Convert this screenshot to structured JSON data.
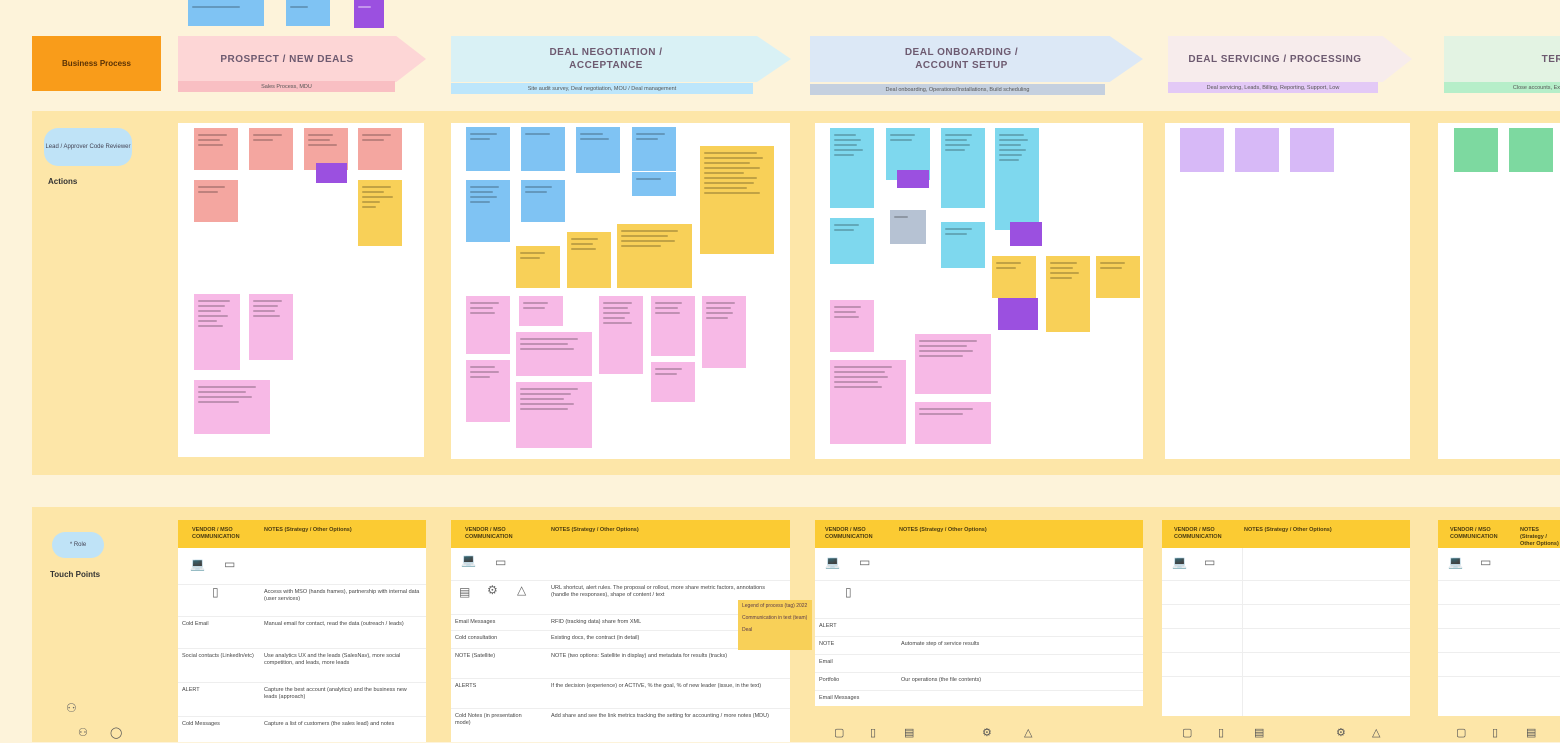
{
  "process_label": "Business Process",
  "stages": [
    {
      "title": "PROSPECT / NEW DEALS",
      "subtitle": "Sales Process, MDU"
    },
    {
      "title": "DEAL NEGOTIATION / ACCEPTANCE",
      "subtitle": "Site audit survey, Deal negotiation, MOU / Deal management"
    },
    {
      "title": "DEAL ONBOARDING / ACCOUNT SETUP",
      "subtitle": "Deal onboarding, Operations/Installations, Build scheduling"
    },
    {
      "title": "DEAL SERVICING / PROCESSING",
      "subtitle": "Deal servicing, Leads, Billing, Reporting, Support, Low"
    },
    {
      "title": "TERM",
      "subtitle": "Close accounts, Ex"
    }
  ],
  "lanes": {
    "actions": {
      "label": "Actions",
      "persona": "Lead / Approver Code Reviewer"
    },
    "touchpoints": {
      "label": "Touch Points",
      "persona": "* Role"
    }
  },
  "table_headers": {
    "col1": "VENDOR / MSO COMMUNICATION",
    "col2": "NOTES (Strategy / Other Options)"
  },
  "stage1_rows": [
    {
      "channel": "",
      "note": "Access with MSO (hands frames), partnership with internal data (user services)"
    },
    {
      "channel": "Cold Email",
      "note": "Manual email for contact, read the data (outreach / leads)"
    },
    {
      "channel": "Social contacts (LinkedIn/etc)",
      "note": "Use analytics UX and the leads (SalesNav), more social competition, and leads, more leads"
    },
    {
      "channel": "ALERT",
      "note": "Capture the best account (analytics) and the business new leads (approach)"
    },
    {
      "channel": "Cold Messages",
      "note": "Capture a list of customers (the sales lead) and notes"
    }
  ],
  "stage2_rows": [
    {
      "channel": "",
      "note": "URL shortcut, alert rules. The proposal or rollout, more share metric factors, annotations (handle the responses), shape of content / text"
    },
    {
      "channel": "Email Messages",
      "note": "RFID (tracking data) share from XML"
    },
    {
      "channel": "Cold consultation",
      "note": "Existing docs, the contract (in detail)"
    },
    {
      "channel": "NOTE (Satellite)",
      "note": "NOTE (two options: Satellite in display) and metadata for results (tracks)"
    },
    {
      "channel": "ALERTS",
      "note": "If the decision (experience) or ACTIVE, % the goal, % of new leader (issue, in the text)"
    },
    {
      "channel": "Cold Notes (in presentation mode)",
      "note": "Add share and see the link metrics tracking the setting for accounting / more notes (MDU)"
    }
  ],
  "stage2_callouts": [
    "Legend of process (tag) 2022",
    "Communication in text (team)",
    "Deal"
  ],
  "stage3_rows": [
    {
      "channel": "",
      "note": ""
    },
    {
      "channel": "ALERT",
      "note": ""
    },
    {
      "channel": "NOTE",
      "note": "Automate step of service results"
    },
    {
      "channel": "Email",
      "note": ""
    },
    {
      "channel": "Portfolio",
      "note": "Our operations (the file contents)"
    },
    {
      "channel": "Email Messages",
      "note": ""
    }
  ],
  "device_labels": [
    "Laptop",
    "Tablet",
    "Phone",
    "Desktop",
    "Server",
    "Support"
  ],
  "colors": {
    "background": "#fdf3da",
    "lane": "#fde6a8",
    "process_label": "#f99c1a",
    "table_header": "#fbcb33",
    "stage1": "#fdd6d6",
    "stage2": "#d9f1f5",
    "stage3": "#dce8f6",
    "stage4": "#f7ecec",
    "stage5": "#e3f3e3"
  },
  "icons": [
    "laptop-icon",
    "tablet-icon",
    "phone-icon",
    "server-icon",
    "person-icon",
    "triangle-icon",
    "gear-icon"
  ]
}
